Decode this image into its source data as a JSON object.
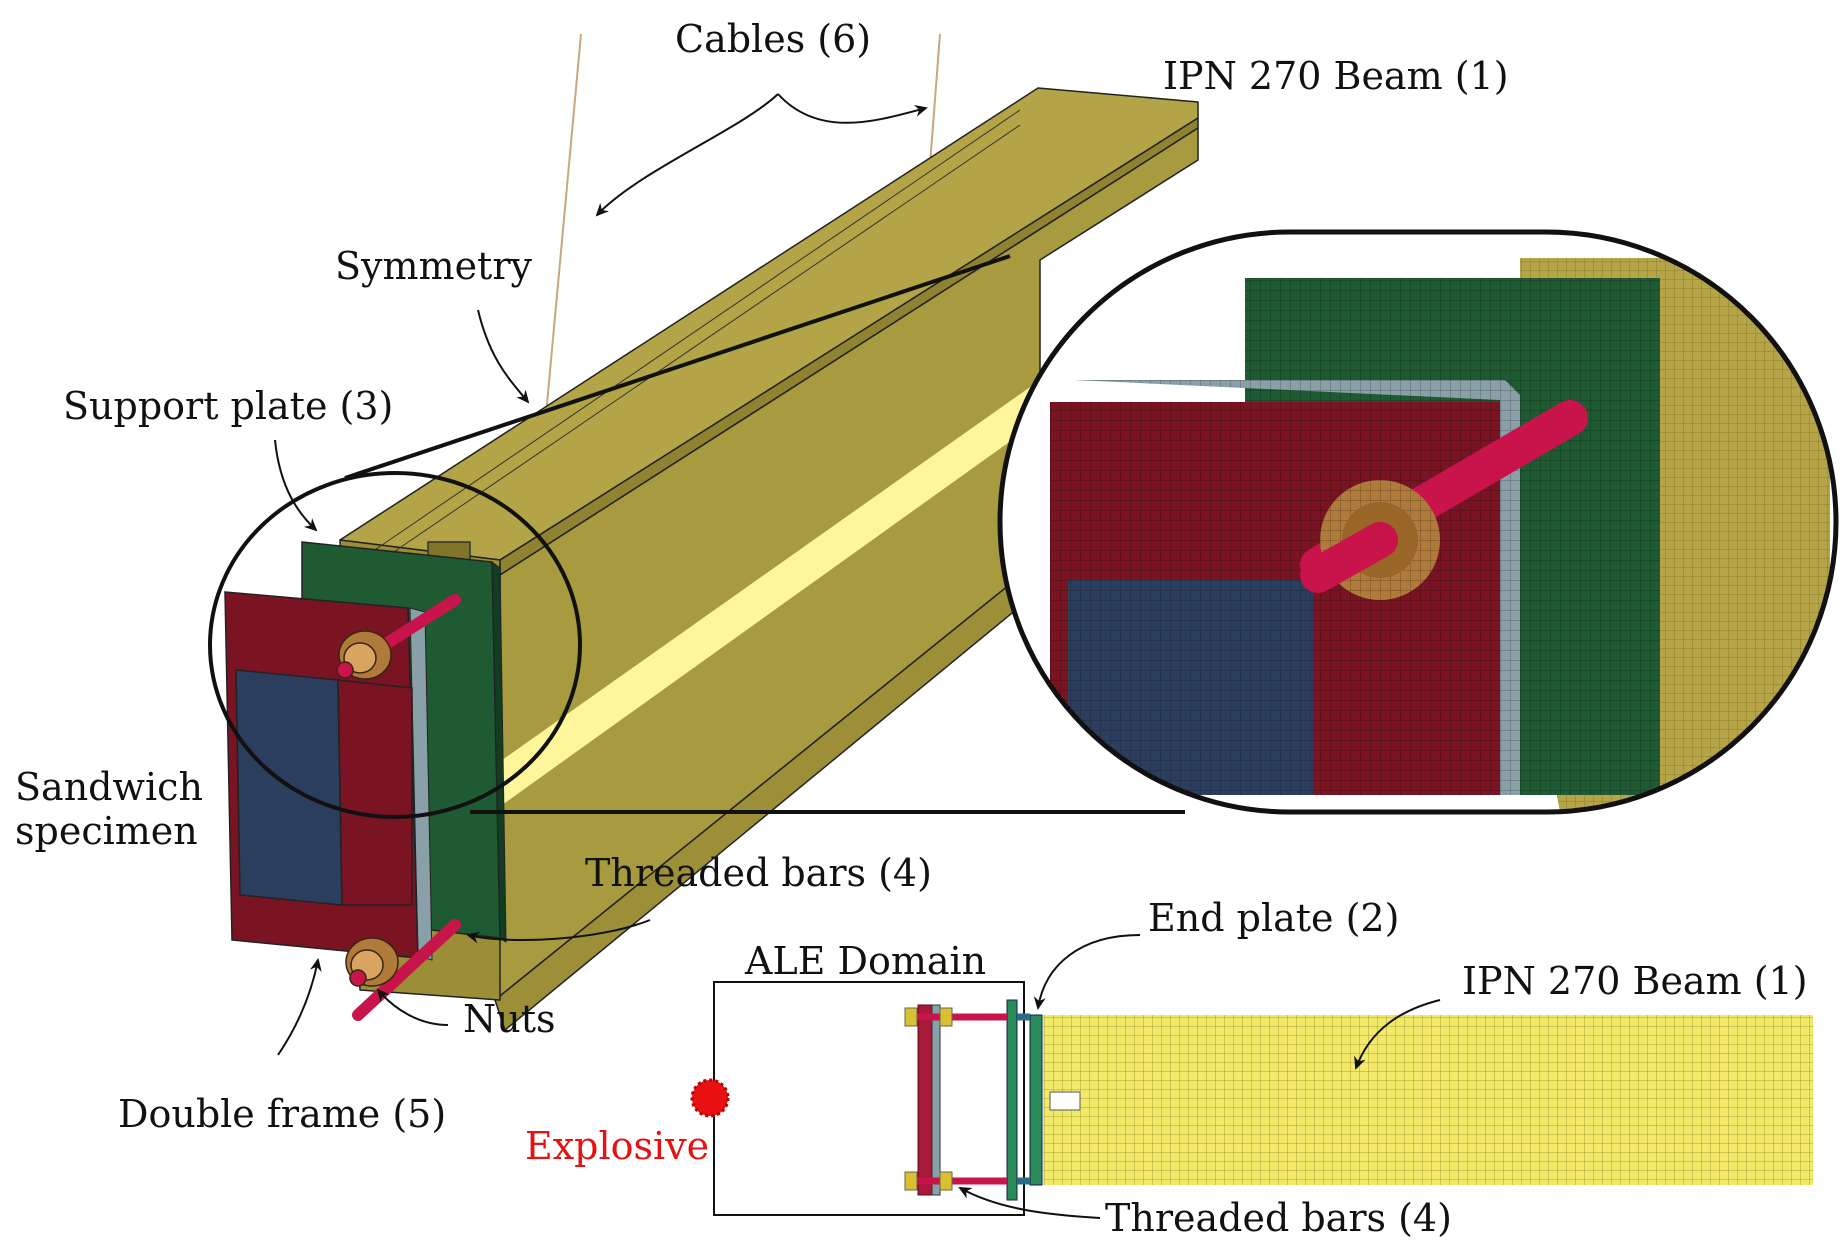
{
  "labels": {
    "cables": "Cables (6)",
    "beam_top": "IPN 270 Beam (1)",
    "symmetry": "Symmetry",
    "support_plate": "Support plate (3)",
    "sandwich_line1": "Sandwich",
    "sandwich_line2": "specimen",
    "threaded_bars_top": "Threaded bars (4)",
    "nuts": "Nuts",
    "double_frame": "Double frame (5)",
    "end_plate": "End plate (2)",
    "ale_domain": "ALE  Domain",
    "beam_bottom": "IPN 270 Beam (1)",
    "explosive": "Explosive",
    "threaded_bars_bottom": "Threaded bars (4)"
  },
  "colors": {
    "beam": "#b5a548",
    "beam_mesh": "#e8d86a",
    "support_plate": "#1e5a32",
    "double_frame": "#7a1422",
    "sandwich_core": "#2c3e5e",
    "threaded_bar": "#c8144a",
    "nut": "#b07a3a",
    "explosive": "#e81010",
    "end_plate_strip": "#8aa0a8"
  }
}
